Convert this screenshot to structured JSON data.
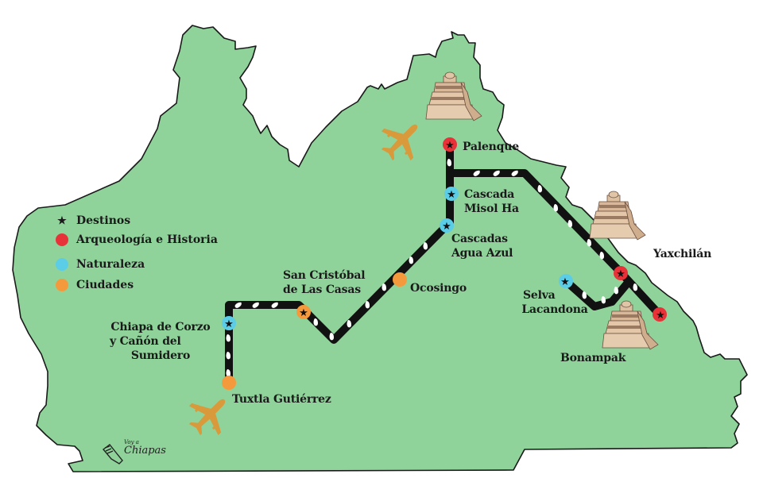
{
  "map": {
    "region": "Chiapas",
    "land_color": "#8fd39a",
    "border_color": "#1a1a1a",
    "route_color": "#111111",
    "footprint_color": "#ffffff"
  },
  "legend": {
    "items": [
      {
        "symbol": "star",
        "label": "Destinos",
        "color": "#1a1a1a"
      },
      {
        "symbol": "dot",
        "label": "Arqueología e Historia",
        "color": "#e8323a"
      },
      {
        "symbol": "dot",
        "label": "Naturaleza",
        "color": "#5ccde6"
      },
      {
        "symbol": "dot",
        "label": "Ciudades",
        "color": "#f59a3c"
      }
    ]
  },
  "destinations": [
    {
      "name": "Palenque",
      "lines": [
        "Palenque"
      ],
      "category": "Arqueología e Historia",
      "starred": true
    },
    {
      "name": "Cascada Misol Ha",
      "lines": [
        "Cascada",
        "Misol Ha"
      ],
      "category": "Naturaleza",
      "starred": true
    },
    {
      "name": "Cascadas Agua Azul",
      "lines": [
        "Cascadas",
        "Agua Azul"
      ],
      "category": "Naturaleza",
      "starred": true
    },
    {
      "name": "Ocosingo",
      "lines": [
        "Ocosingo"
      ],
      "category": "Ciudades",
      "starred": false
    },
    {
      "name": "San Cristóbal de Las Casas",
      "lines": [
        "San Cristóbal",
        "de Las Casas"
      ],
      "category": "Ciudades",
      "starred": true
    },
    {
      "name": "Chiapa de Corzo y Cañón del Sumidero",
      "lines": [
        "Chiapa de Corzo",
        "y   Cañón del",
        "Sumidero"
      ],
      "category": "Naturaleza",
      "starred": true
    },
    {
      "name": "Tuxtla Gutiérrez",
      "lines": [
        "Tuxtla Gutiérrez"
      ],
      "category": "Ciudades",
      "starred": false
    },
    {
      "name": "Selva Lacandona",
      "lines": [
        "Selva",
        "Lacandona"
      ],
      "category": "Naturaleza",
      "starred": true
    },
    {
      "name": "Yaxchilán",
      "lines": [
        "Yaxchilán"
      ],
      "category": "Arqueología e Historia",
      "starred": true
    },
    {
      "name": "Bonampak",
      "lines": [
        "Bonampak"
      ],
      "category": "Arqueología e Historia",
      "starred": true
    }
  ],
  "icons": {
    "airports": [
      "airplane-icon",
      "airplane-icon"
    ],
    "pyramids": [
      "pyramid-icon",
      "pyramid-icon",
      "pyramid-icon"
    ]
  },
  "brand": {
    "small": "Voy a",
    "big": "Chiapas"
  }
}
